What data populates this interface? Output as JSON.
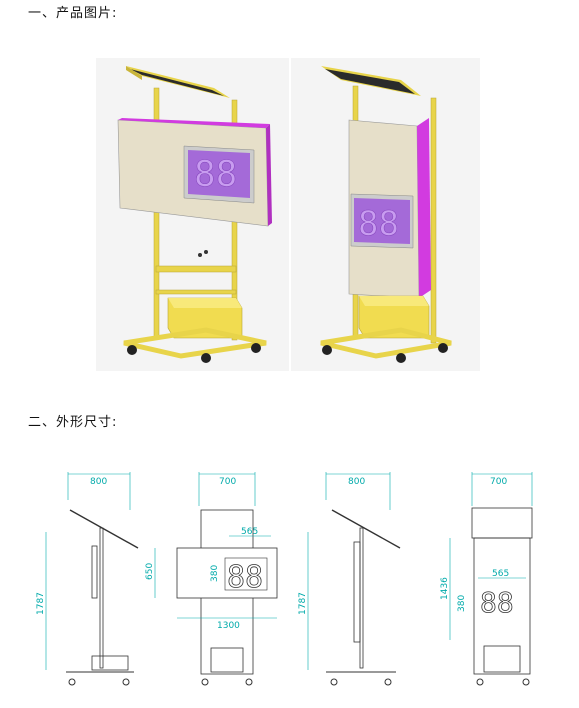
{
  "section1": {
    "title": "一、产品图片:"
  },
  "section2": {
    "title": "二、外形尺寸:"
  },
  "drawings": {
    "d1": {
      "width": "800",
      "height": "1787"
    },
    "d2": {
      "width": "700",
      "panel_height": "650",
      "panel_width": "1300",
      "digit_width": "565",
      "digit_height": "380"
    },
    "d3": {
      "width": "800",
      "height": "1787"
    },
    "d4": {
      "width": "700",
      "height": "1436",
      "digit_width": "565",
      "digit_height": "380"
    }
  },
  "colors": {
    "solar": "#2b2b2b",
    "frame": "#e8d44a",
    "board": "#e6dfc9",
    "digit": "#a46ad8",
    "magenta": "#d23be0",
    "dim": "#00a8a8"
  }
}
